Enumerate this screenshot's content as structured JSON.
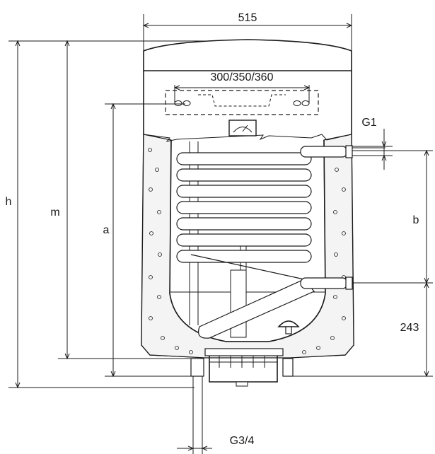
{
  "diagram": {
    "dimensions": {
      "width": "515",
      "bracket_spacing": "300/350/360",
      "coil_inlet": "G1",
      "total_height": "h",
      "mount_height": "m",
      "bracket_height": "a",
      "coil_spacing": "b",
      "bottom_offset": "243",
      "bottom_pipe": "G3/4"
    },
    "colors": {
      "line": "#1a1a1a",
      "insulation": "#f4f4f4",
      "tank": "#ffffff"
    }
  }
}
